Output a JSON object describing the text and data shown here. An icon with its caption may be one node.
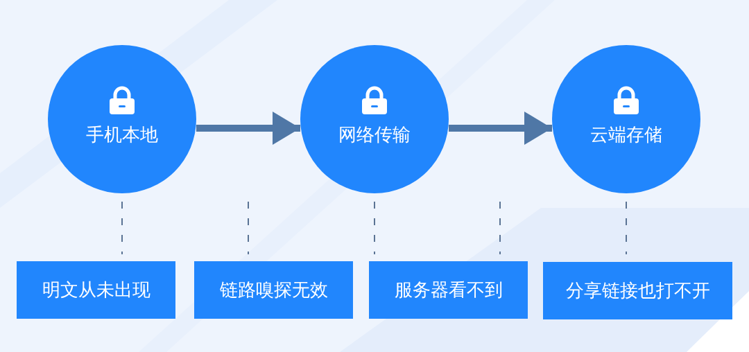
{
  "diagram": {
    "nodes": [
      {
        "text": [
          "手机本地"
        ]
      },
      {
        "text": [
          "网络传输"
        ]
      },
      {
        "text": [
          "云端存储"
        ]
      },
      {
        "text": [
          "明文从未出现"
        ]
      },
      {
        "text": [
          "链路嗅探无效"
        ]
      },
      {
        "text": [
          "服务器看不到"
        ]
      },
      {
        "text": [
          "分享链接也打不开"
        ]
      }
    ],
    "edges": [
      {
        "from": 0,
        "to": 1,
        "arrow": "to"
      },
      {
        "from": 1,
        "to": 2,
        "arrow": "to"
      }
    ]
  }
}
